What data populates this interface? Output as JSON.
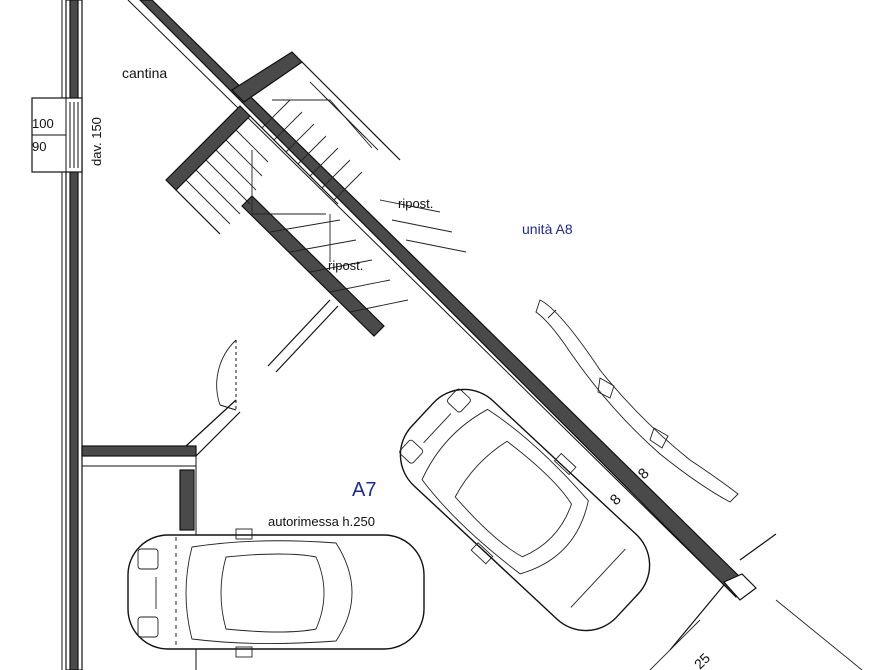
{
  "labels": {
    "cantina": "cantina",
    "dim_100": "100",
    "dim_90": "90",
    "dav": "dav. 150",
    "ripost_upper": "ripost.",
    "ripost_lower": "ripost.",
    "unit_a8": "unità A8",
    "unit_a7": "A7",
    "autorimessa": "autorimessa h.250",
    "dim_8a": "8",
    "dim_8b": "8",
    "dim_25": "25"
  },
  "colors": {
    "wall_fill": "#4a4a4a",
    "line": "#111111",
    "unit_label": "#1a2a9a"
  }
}
